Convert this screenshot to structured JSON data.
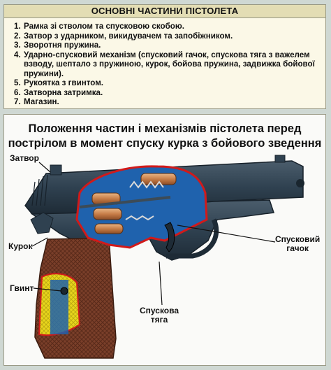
{
  "parts_panel": {
    "title": "ОСНОВНІ ЧАСТИНИ ПІСТОЛЕТА",
    "items": [
      {
        "num": "1.",
        "text": "Рамка зі стволом та спусковою скобою."
      },
      {
        "num": "2.",
        "text": "Затвор з ударником, викидувачем та запобіжником."
      },
      {
        "num": "3.",
        "text": "Зворотня пружина."
      },
      {
        "num": "4.",
        "text": "Ударно-спусковий механізм (спусковий гачок, спускова тяга з важелем взводу, шептало з пружиною, курок, бойова пружина, задвижка бойової пружини)."
      },
      {
        "num": "5.",
        "text": "Рукоятка з гвинтом."
      },
      {
        "num": "6.",
        "text": "Затворна затримка."
      },
      {
        "num": "7.",
        "text": "Магазин."
      }
    ]
  },
  "diagram": {
    "title_line1": "Положення частин і механізмів пістолета перед",
    "title_line2": "пострілом в момент спуску курка з бойового зведення",
    "labels": {
      "slide": "Затвор",
      "hammer": "Курок",
      "screw": "Гвинт",
      "trigger_line1": "Спусковий",
      "trigger_line2": "гачок",
      "trigger_bar_line1": "Спускова",
      "trigger_bar_line2": "тяга"
    }
  },
  "colors": {
    "header_bg": "#e3ddb4",
    "panel_bg": "#fbf8e7",
    "steel": "#2f4150",
    "cutaway": "#1f62ad",
    "cutaway_outline": "#d11a1a",
    "grip": "#7a3f2a",
    "magazine": "#e8d51c"
  }
}
